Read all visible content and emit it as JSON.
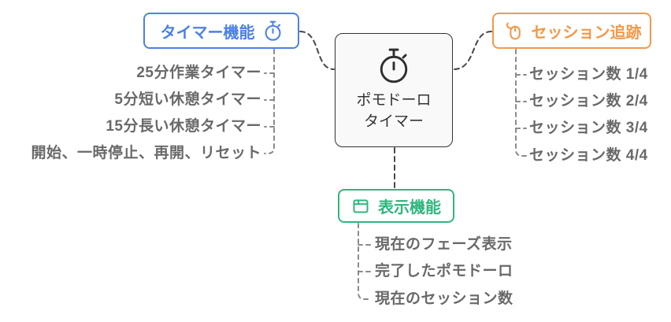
{
  "diagram": {
    "type": "mindmap",
    "center": {
      "icon": "stopwatch-icon",
      "lines": [
        "ポモドーロ",
        "タイマー"
      ]
    },
    "branches": {
      "timer": {
        "label": "タイマー機能",
        "icon": "stopwatch-icon",
        "accent": "#4c80e6",
        "items": [
          "25分作業タイマー",
          "5分短い休憩タイマー",
          "15分長い休憩タイマー",
          "開始、一時停止、再開、リセット"
        ]
      },
      "session": {
        "label": "セッション追跡",
        "icon": "mouse-tracking-icon",
        "accent": "#f2994a",
        "items": [
          "セッション数 1/4",
          "セッション数 2/4",
          "セッション数 3/4",
          "セッション数 4/4"
        ]
      },
      "display": {
        "label": "表示機能",
        "icon": "window-icon",
        "accent": "#2fb67c",
        "items": [
          "現在のフェーズ表示",
          "完了したポモドーロ",
          "現在のセッション数"
        ]
      }
    },
    "colors": {
      "timer": "#4c80e6",
      "session": "#f2994a",
      "display": "#2fb67c",
      "center_border": "#333333",
      "center_fill": "#f9f9f9",
      "leaf_text": "#696969",
      "main_line": "#474747",
      "leaf_line": "#8a8a8a",
      "background": "#ffffff"
    }
  }
}
